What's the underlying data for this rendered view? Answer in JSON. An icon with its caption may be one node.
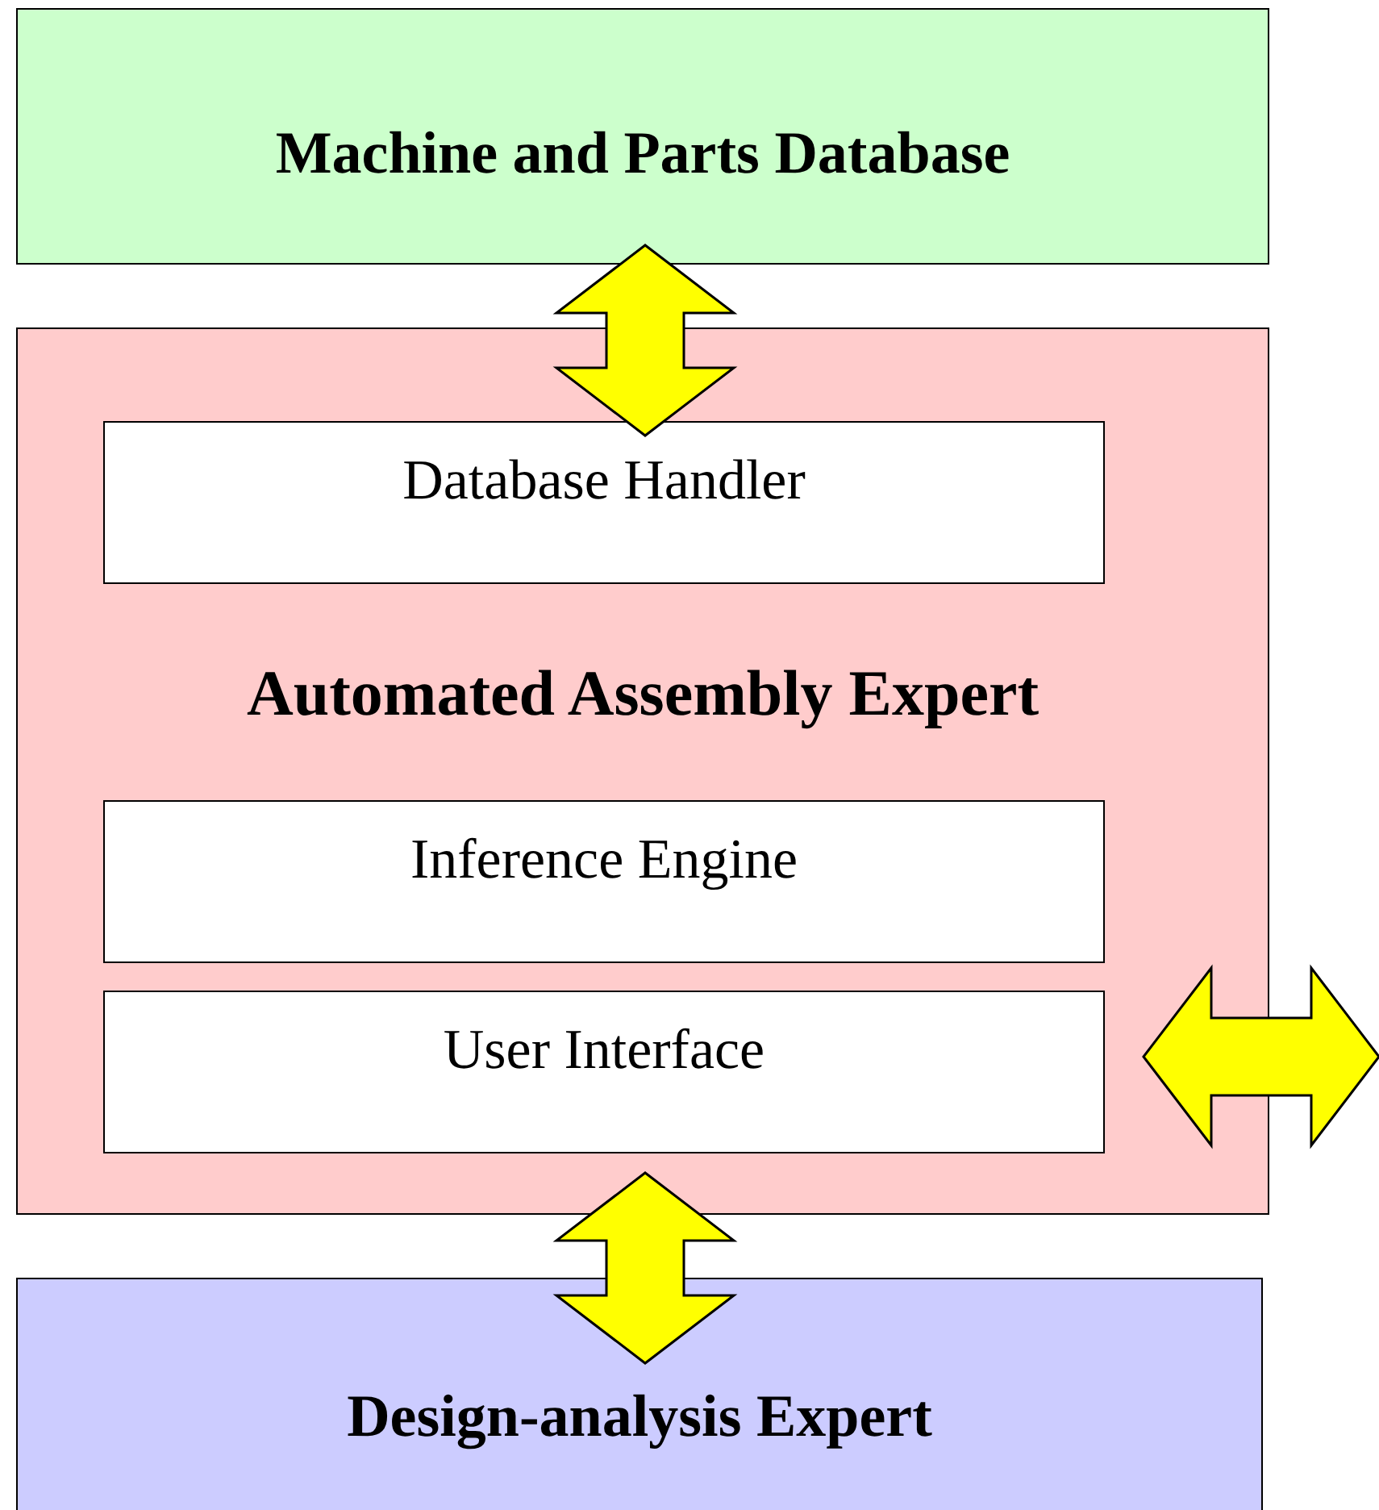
{
  "diagram": {
    "nodes": [
      {
        "text": [
          "Machine and Parts Database"
        ]
      },
      {
        "text": [
          "Automated Assembly Expert"
        ]
      },
      {
        "text": [
          "Database Handler"
        ],
        "in": 1
      },
      {
        "text": [
          "Inference Engine"
        ],
        "in": 1
      },
      {
        "text": [
          "User Interface"
        ],
        "in": 1
      },
      {
        "text": [
          "Design-analysis Expert"
        ]
      }
    ],
    "edges": [
      {
        "from": 0,
        "to": 2,
        "arrow": "both"
      },
      {
        "from": 4,
        "to": 5,
        "arrow": "both"
      },
      {
        "from": 4,
        "to": null,
        "arrow": "both"
      }
    ]
  }
}
